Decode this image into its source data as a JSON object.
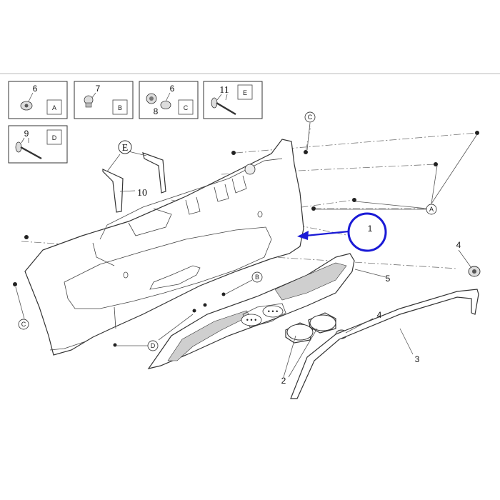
{
  "legend_boxes": [
    {
      "letter": "A",
      "parts": [
        "6"
      ]
    },
    {
      "letter": "B",
      "parts": [
        "7"
      ]
    },
    {
      "letter": "C",
      "parts": [
        "6",
        "8"
      ]
    },
    {
      "letter": "E",
      "parts": [
        "11"
      ]
    },
    {
      "letter": "D",
      "parts": [
        "9"
      ]
    }
  ],
  "callouts": {
    "part_1": "1",
    "part_2": "2",
    "part_3": "3",
    "part_4a": "4",
    "part_4b": "4",
    "part_5": "5",
    "part_10": "10",
    "ref_e": "E",
    "ref_a": "A",
    "ref_b": "B",
    "ref_c_top": "C",
    "ref_c_left": "C",
    "ref_d": "D"
  },
  "annotation": {
    "highlight_color": "#1a1ad6",
    "highlighted_part": "1"
  }
}
